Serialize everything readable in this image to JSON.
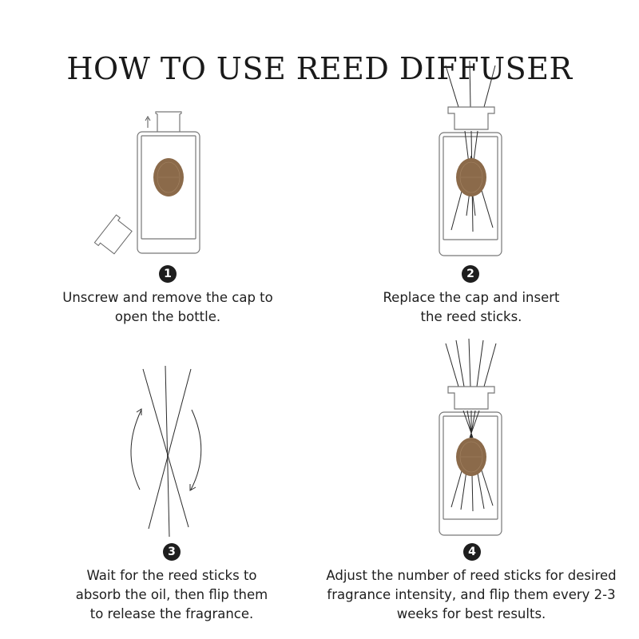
{
  "header": {
    "title": "HOW TO USE REED DIFFUSER"
  },
  "colors": {
    "text": "#1e1e1e",
    "outline": "#6e6e6e",
    "label_fill": "#8b6a4a",
    "stick": "#2a2a2a"
  },
  "steps": [
    {
      "number": "1",
      "illustration": "bottle-cap-removed-icon",
      "lines": [
        "Unscrew and remove the cap to",
        "open the bottle."
      ]
    },
    {
      "number": "2",
      "illustration": "bottle-with-three-reeds-icon",
      "lines": [
        "Replace the cap and insert",
        "the reed sticks."
      ]
    },
    {
      "number": "3",
      "illustration": "flip-reeds-icon",
      "lines": [
        "Wait for the reed sticks to",
        "absorb the oil, then flip them",
        "to release the fragrance."
      ]
    },
    {
      "number": "4",
      "illustration": "bottle-with-five-reeds-icon",
      "lines": [
        "Adjust the number of reed sticks for desired",
        "fragrance intensity, and flip them every 2-3",
        "weeks for best results."
      ]
    }
  ]
}
